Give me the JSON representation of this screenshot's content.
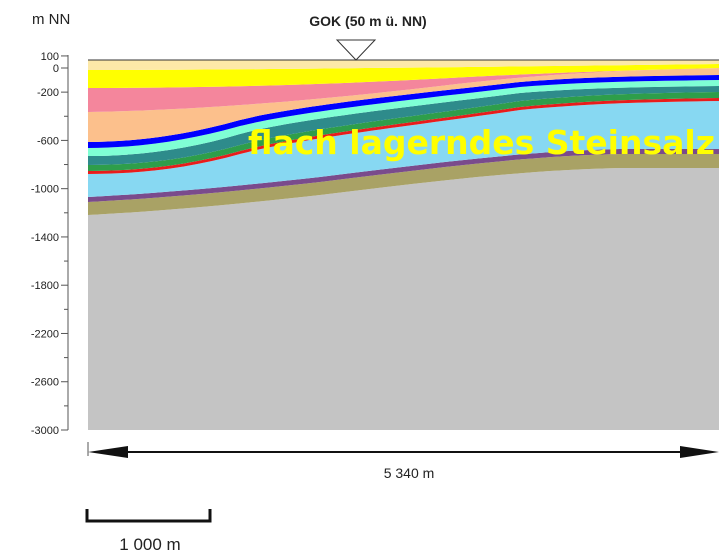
{
  "y_axis": {
    "unit": "m NN",
    "ticks": [
      {
        "label": "100",
        "value": 100
      },
      {
        "label": "0",
        "value": 0
      },
      {
        "label": "-200",
        "value": -200
      },
      {
        "label": "-600",
        "value": -600
      },
      {
        "label": "-1000",
        "value": -1000
      },
      {
        "label": "-1400",
        "value": -1400
      },
      {
        "label": "-1800",
        "value": -1800
      },
      {
        "label": "-2200",
        "value": -2200
      },
      {
        "label": "-2600",
        "value": -2600
      },
      {
        "label": "-3000",
        "value": -3000
      }
    ],
    "minor_ticks": [
      -400,
      -800,
      -1200,
      -1600,
      -2000,
      -2400,
      -2800
    ]
  },
  "gok_label": "GOK (50 m ü. NN)",
  "section_label": "flach lagerndes Steinsalz",
  "section_width_label": "5 340 m",
  "scale_bar_label": "1 000 m",
  "colors": {
    "topsoil": "#fde9a8",
    "yellow": "#ffff00",
    "pink": "#f4869c",
    "peach": "#fcc08c",
    "blue": "#0000ff",
    "mint": "#7fffd4",
    "teal": "#2e8b8b",
    "green": "#2e9e4a",
    "red": "#e81c1c",
    "salt": "#87d8f2",
    "purple": "#7a4b8c",
    "olive": "#a9a265",
    "basement": "#c4c4c4"
  }
}
